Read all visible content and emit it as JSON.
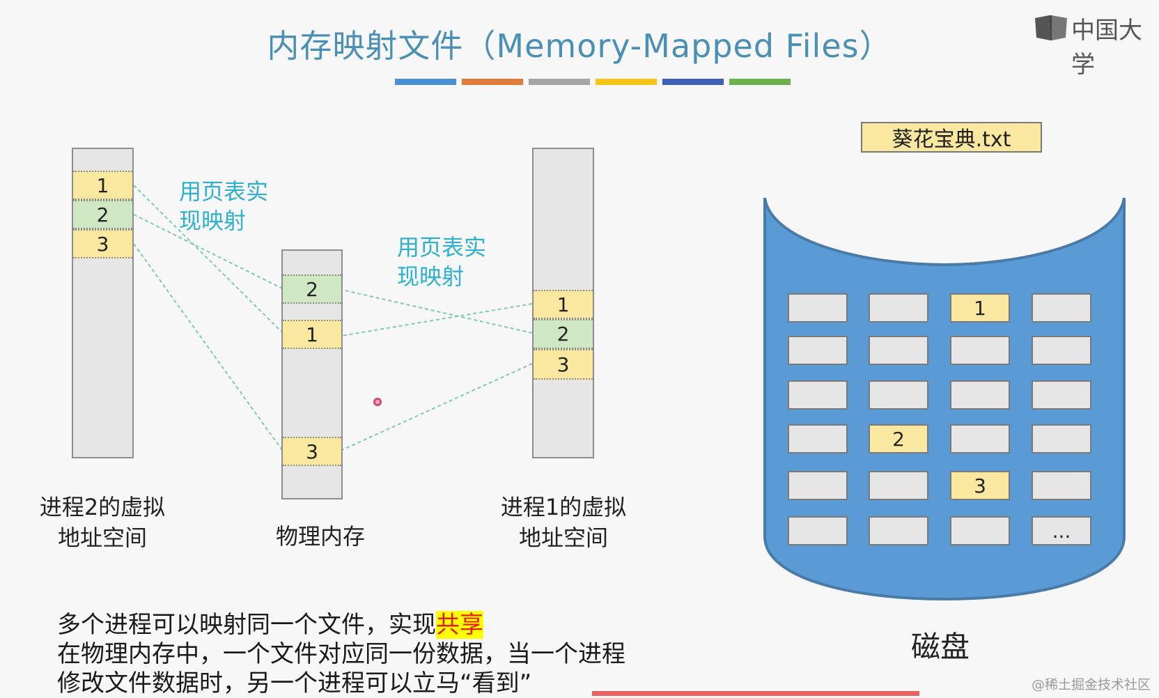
{
  "title": "内存映射文件（Memory-Mapped Files）",
  "accent_colors": [
    "#4a90d0",
    "#e07b39",
    "#a6a6a6",
    "#f5c518",
    "#3d5fb5",
    "#6ab04c"
  ],
  "logo": {
    "icon": "book-icon",
    "text": "中国大学"
  },
  "mapping_labels": {
    "left": [
      "用页表实",
      "现映射"
    ],
    "right": [
      "用页表实",
      "现映射"
    ]
  },
  "process2": {
    "pages": [
      "1",
      "2",
      "3"
    ],
    "caption": [
      "进程2的虚拟",
      "地址空间"
    ]
  },
  "physical": {
    "pages": [
      "2",
      "1",
      "3"
    ],
    "caption": "物理内存"
  },
  "process1": {
    "pages": [
      "1",
      "2",
      "3"
    ],
    "caption": [
      "进程1的虚拟",
      "地址空间"
    ]
  },
  "file_name": "葵花宝典.txt",
  "disk": {
    "caption": "磁盘",
    "color": "#5b9bd5",
    "blocks": [
      [
        "",
        "",
        "1",
        ""
      ],
      [
        "",
        "",
        "",
        ""
      ],
      [
        "",
        "",
        "",
        ""
      ],
      [
        "",
        "2",
        "",
        ""
      ],
      [
        "",
        "",
        "3",
        ""
      ],
      [
        "",
        "",
        "",
        "..."
      ]
    ]
  },
  "body": {
    "line1_prefix": "多个进程可以映射同一个文件，实现",
    "line1_highlight": "共享",
    "line2": "在物理内存中，一个文件对应同一份数据，当一个进程",
    "line3": "修改文件数据时，另一个进程可以立马“看到”"
  },
  "watermark": "@稀土掘金技术社区"
}
